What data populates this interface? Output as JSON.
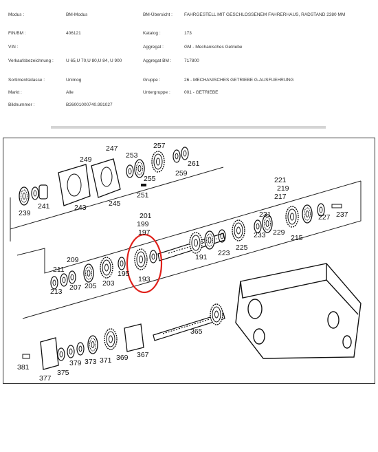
{
  "header": {
    "rows_left": [
      {
        "label": "Modus :",
        "value": "BM-Modus"
      },
      {
        "label": "FIN/BM :",
        "value": "406121"
      },
      {
        "label": "VIN :",
        "value": ""
      },
      {
        "label": "Verkaufsbezeichnung :",
        "value": "U 65,U 70,U 80,U 84, U 900"
      },
      {
        "label": "Sortimentsklasse :",
        "value": "Unimog"
      },
      {
        "label": "Markt :",
        "value": "Alle"
      },
      {
        "label": "Bildnummer :",
        "value": "B26001000740.991027"
      }
    ],
    "rows_right": [
      {
        "label": "BM-Übersicht :",
        "value": "FAHRGESTELL MIT GESCHLOSSENEM FAHRERHAUS, RADSTAND 2380 MM"
      },
      {
        "label": "Katalog :",
        "value": "173"
      },
      {
        "label": "Aggregat :",
        "value": "GM - Mechanisches Getriebe"
      },
      {
        "label": "Aggregat BM :",
        "value": "717800"
      },
      {
        "label": "Gruppe :",
        "value": "26 - MECHANISCHES GETRIEBE G-AUSFUEHRUNG"
      },
      {
        "label": "Untergruppe :",
        "value": "001 - GETRIEBE"
      }
    ]
  },
  "diagram": {
    "part_numbers": [
      "247",
      "249",
      "253",
      "257",
      "261",
      "259",
      "255",
      "251",
      "245",
      "243",
      "241",
      "239",
      "221",
      "219",
      "217",
      "201",
      "199",
      "197",
      "231",
      "227",
      "237",
      "229",
      "233",
      "215",
      "225",
      "223",
      "191",
      "209",
      "211",
      "207",
      "205",
      "203",
      "195",
      "193",
      "213",
      "365",
      "381",
      "377",
      "375",
      "379",
      "373",
      "371",
      "369",
      "367"
    ],
    "highlighted_part": "193",
    "highlight_color": "#e0201a"
  }
}
